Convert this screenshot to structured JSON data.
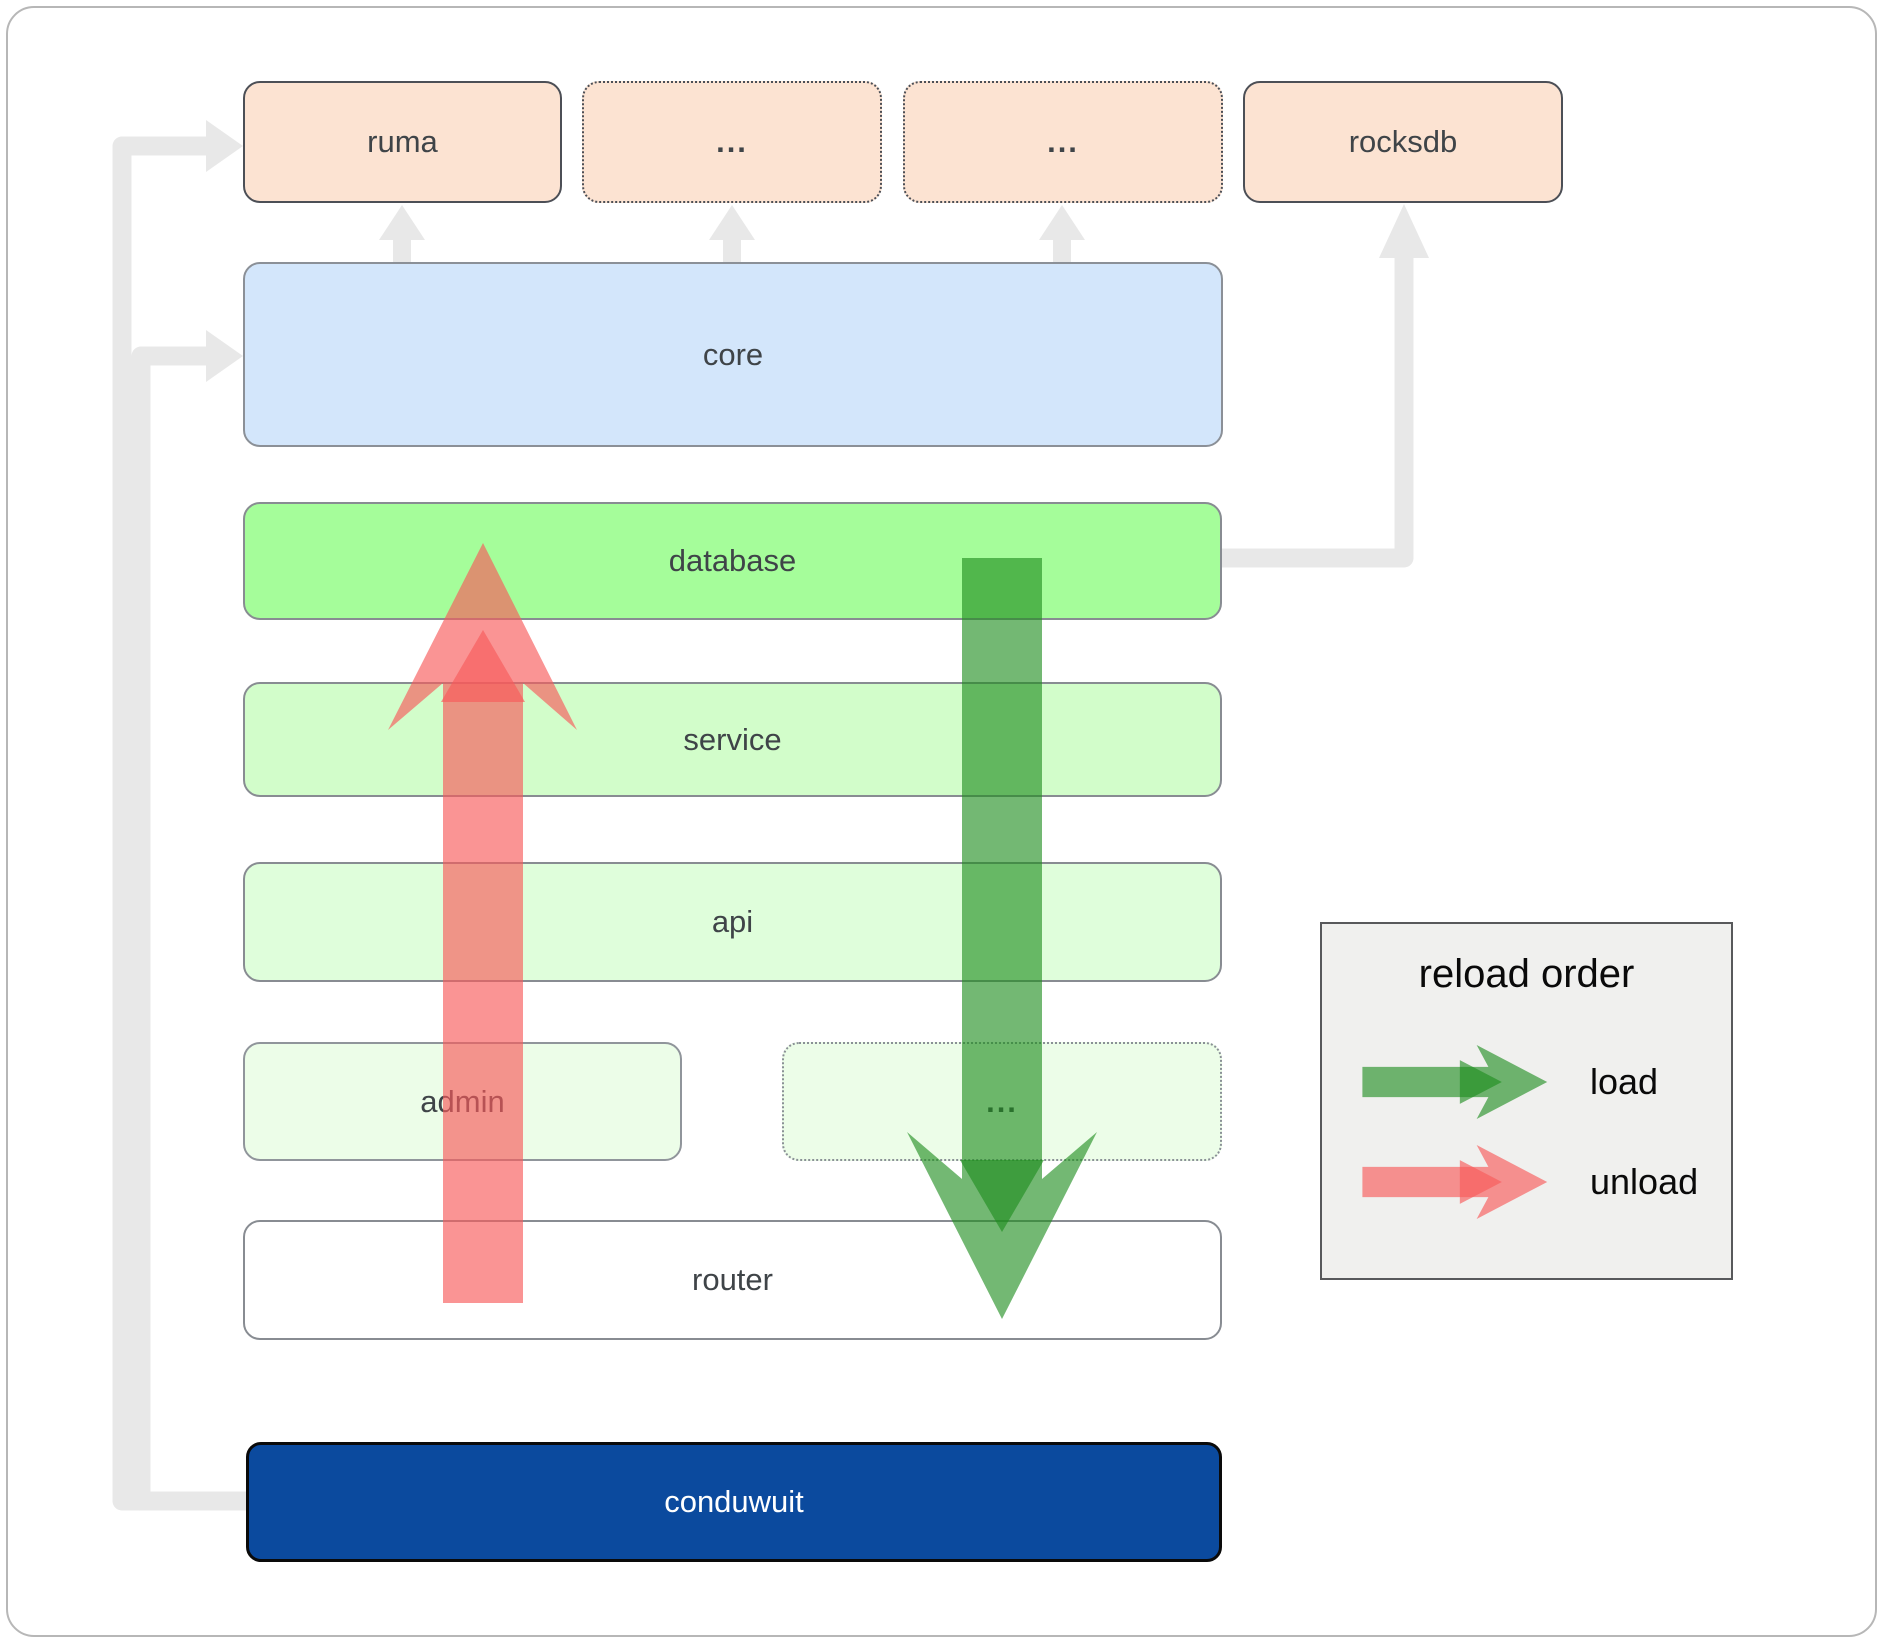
{
  "diagram": {
    "top_row": [
      {
        "label": "ruma",
        "border": "solid"
      },
      {
        "label": "...",
        "border": "dotted"
      },
      {
        "label": "...",
        "border": "dotted"
      },
      {
        "label": "rocksdb",
        "border": "solid"
      }
    ],
    "rows": {
      "core": {
        "label": "core"
      },
      "database": {
        "label": "database"
      },
      "service": {
        "label": "service"
      },
      "api": {
        "label": "api"
      },
      "admin": {
        "label": "admin"
      },
      "admin_ellipsis": {
        "label": "..."
      },
      "router": {
        "label": "router"
      },
      "conduwuit": {
        "label": "conduwuit"
      }
    }
  },
  "legend": {
    "title": "reload order",
    "items": [
      {
        "label": "load",
        "color": "#1d8c1d"
      },
      {
        "label": "unload",
        "color": "#f85a5a"
      }
    ]
  },
  "colors": {
    "load_arrow": "#1d8c1d",
    "unload_arrow": "#f85a5a",
    "connector": "#e8e8e8",
    "node_peach": "#fce3d2",
    "node_blue": "#d3e6fb",
    "node_green_bright": "#a5fd9a",
    "node_green_light": "#d2fdca",
    "node_green_lighter": "#dffedb",
    "node_green_faint": "#ecfde8",
    "node_white": "#ffffff",
    "conduwuit_blue": "#0b4a9e",
    "legend_bg": "#f0f0ee",
    "label_text": "#3f4448"
  }
}
